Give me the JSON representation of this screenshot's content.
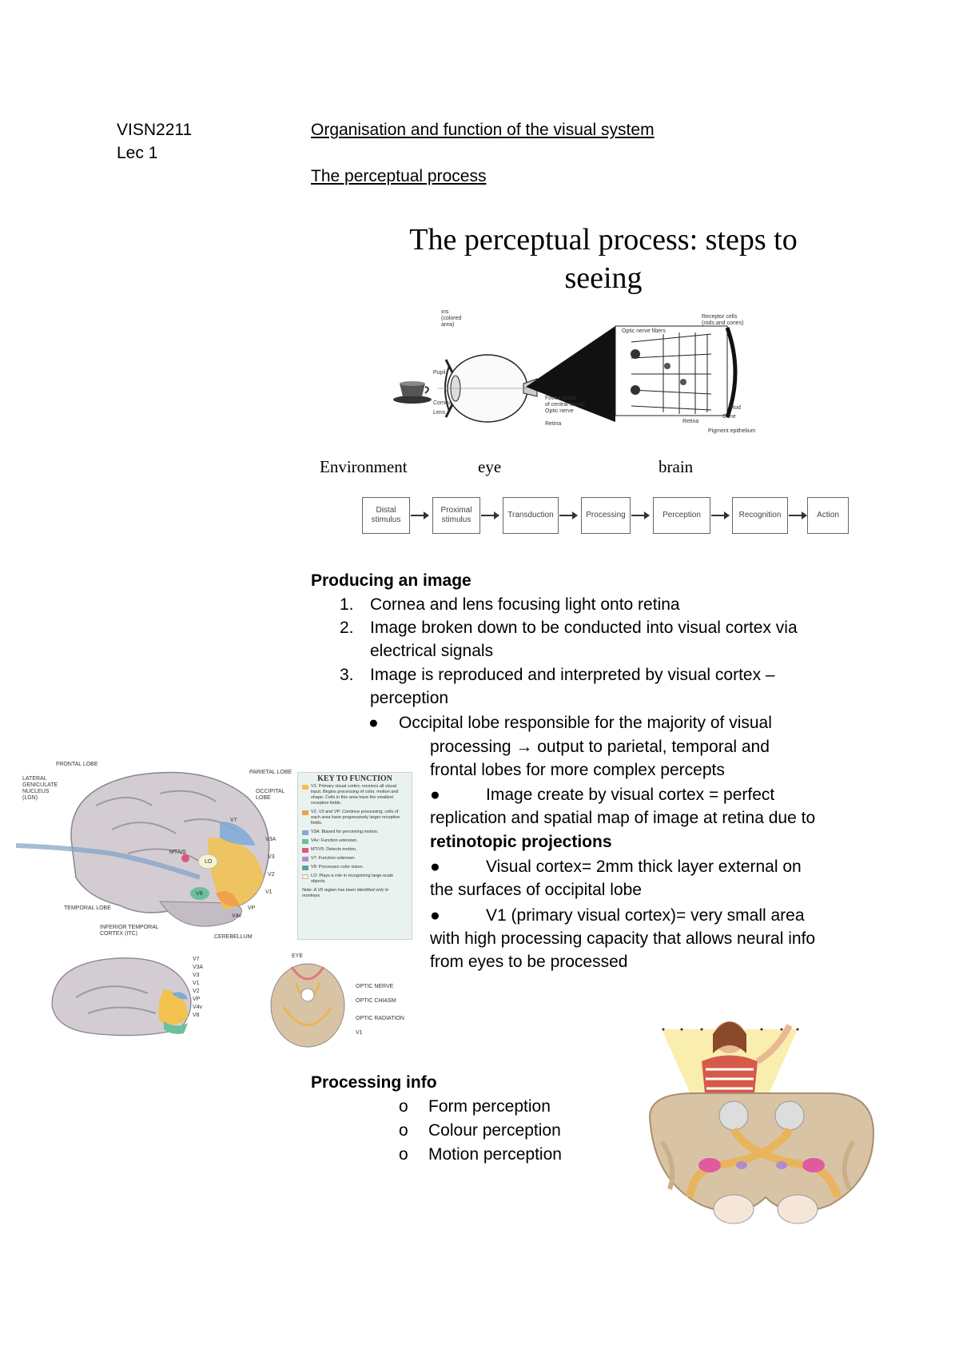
{
  "header": {
    "course_code": "VISN2211",
    "lecture": "Lec 1",
    "title": "Organisation and function of the visual system",
    "section_heading": "The perceptual process"
  },
  "figure1": {
    "title_line1": "The perceptual process: steps to",
    "title_line2": "seeing",
    "eye_labels": {
      "iris": "Iris (colored area)",
      "pupil": "Pupil",
      "cornea": "Cornea",
      "lens": "Lens",
      "fovea": "Fovea (point of central focus)",
      "optic_nerve": "Optic nerve",
      "retina_eye": "Retina",
      "optic_nerve_fibers": "Optic nerve fibers",
      "receptor_cells": "Receptor cells (rods and cones)",
      "rod": "Rod",
      "cone": "Cone",
      "retina": "Retina",
      "pigment": "Pigment epithelium"
    },
    "stage_labels": [
      "Environment",
      "eye",
      "brain"
    ],
    "flow_steps": [
      "Distal stimulus",
      "Proximal stimulus",
      "Transduction",
      "Processing",
      "Perception",
      "Recognition",
      "Action"
    ]
  },
  "producing": {
    "heading": "Producing an image",
    "items": [
      {
        "num": "1.",
        "line1": "Cornea and lens focusing light onto retina"
      },
      {
        "num": "2.",
        "line1": "Image broken down to be conducted into visual cortex via",
        "line2": "electrical signals"
      },
      {
        "num": "3.",
        "line1": "Image is reproduced and interpreted by visual cortex –",
        "line2": "perception"
      }
    ],
    "bullet_main": {
      "line1": "Occipital lobe responsible for the majority of visual",
      "line2": "processing → output to parietal, temporal and",
      "line3": "frontal lobes for more complex percepts"
    },
    "bullets": [
      {
        "line1": "Image create by visual cortex = perfect",
        "line2": "replication and spatial map of image at retina due to",
        "line3": "retinotopic projections"
      },
      {
        "line1": "Visual cortex= 2mm thick layer external on",
        "line2": "the surfaces of occipital lobe"
      },
      {
        "line1": "V1 (primary visual cortex)= very small area",
        "line2": "with high processing capacity that allows neural info",
        "line3": "from eyes to be processed"
      }
    ]
  },
  "brain_figure": {
    "labels": {
      "frontal": "FRONTAL LOBE",
      "lgn": "LATERAL GENICULATE NUCLEUS (LGN)",
      "parietal": "PARIETAL LOBE",
      "occipital": "OCCIPITAL LOBE",
      "temporal": "TEMPORAL LOBE",
      "it": "INFERIOR TEMPORAL CORTEX (ITC)",
      "cerebellum": "CEREBELLUM",
      "optic_nerve": "OPTIC NERVE",
      "optic_chiasm": "OPTIC CHIASM",
      "optic_radiation": "OPTIC RADIATION",
      "eye": "EYE"
    },
    "key_title": "KEY TO FUNCTION",
    "key_items": [
      {
        "text": "V1: Primary visual cortex; receives all visual input. Begins processing of color, motion and shape. Cells in this area have the smallest receptive fields.",
        "color": "#f2c14e"
      },
      {
        "text": "V2, V3 and VP: Continue processing; cells of each area have progressively larger receptive fields.",
        "color": "#f0a24a"
      },
      {
        "text": "V3A: Biased for perceiving motion.",
        "color": "#7fa9d8"
      },
      {
        "text": "V4v: Function unknown.",
        "color": "#6bbf9a"
      },
      {
        "text": "MT/V5: Detects motion.",
        "color": "#e0567a"
      },
      {
        "text": "V7: Function unknown.",
        "color": "#b08cd0"
      },
      {
        "text": "V8: Processes color vision.",
        "color": "#5aa3a0"
      },
      {
        "text": "LO: Plays a role in recognizing large-scale objects.",
        "color": "#f7f2d0"
      },
      {
        "text": "Note: A V6 region has been identified only in monkeys.",
        "color": ""
      }
    ],
    "area_labels": [
      "V7",
      "V3A",
      "V3",
      "V2",
      "V1",
      "VP",
      "V4v",
      "MT/V5",
      "LO",
      "V8"
    ]
  },
  "processing": {
    "heading": "Processing info",
    "items": [
      "Form perception",
      "Colour perception",
      "Motion perception"
    ]
  },
  "colors": {
    "brain_gray": "#cfc9cf",
    "cortex_tan": "#d8c4a5",
    "pathway_orange": "#eab457",
    "lgn_pink": "#e05aa0"
  }
}
